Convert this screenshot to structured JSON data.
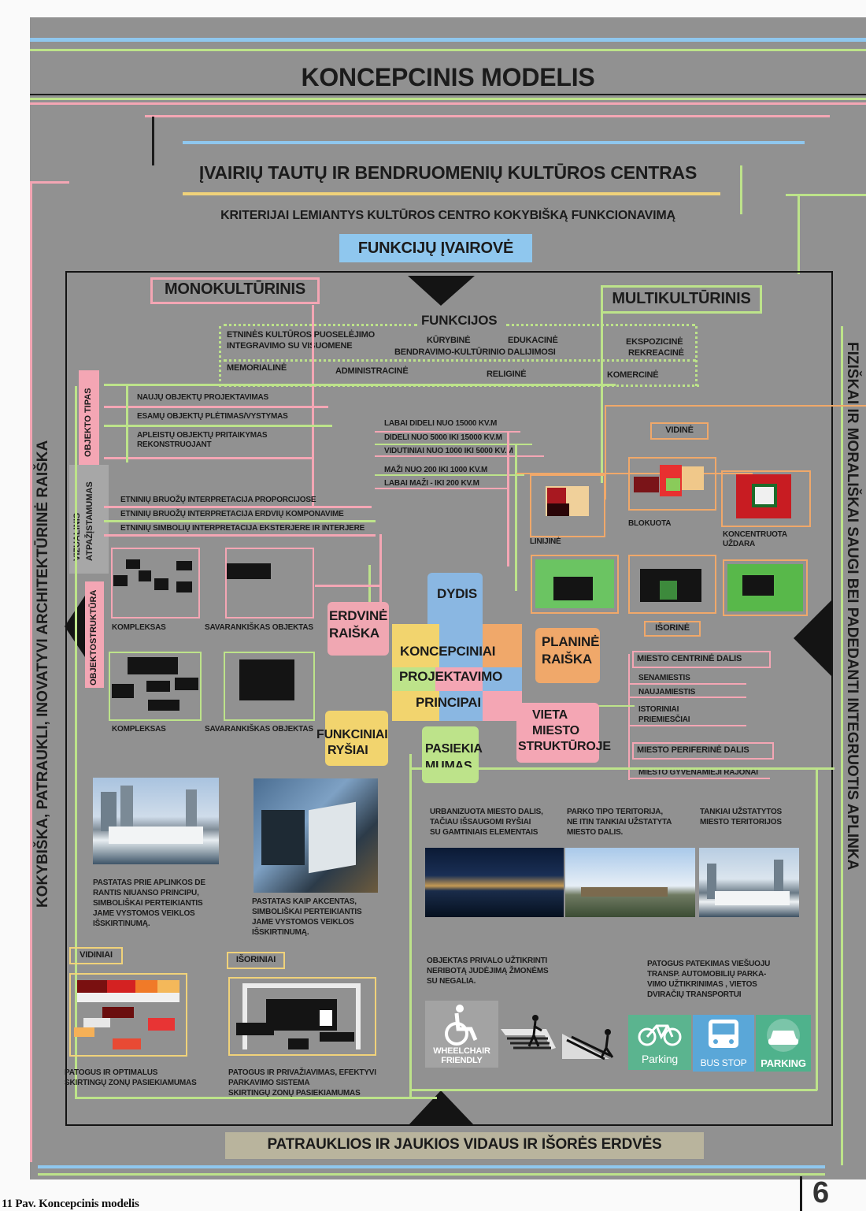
{
  "title": "KONCEPCINIS MODELIS",
  "subtitle": "ĮVAIRIŲ TAUTŲ IR BENDRUOMENIŲ KULTŪROS CENTRAS",
  "criteria": "KRITERIJAI LEMIANTYS KULTŪROS CENTRO KOKYBIŠKĄ FUNKCIONAVIMĄ",
  "func_diversity": "FUNKCIJŲ ĮVAIROVĖ",
  "left_side": "KOKYBIŠKA, PATRAUKLI, INOVATYVI ARCHITEKTŪRINĖ RAIŠKA",
  "right_side": "FIZIŠKAI IR MORALIŠKAI SAUGI BEI PADEDANTI INTEGRUOTIS APLINKA",
  "bottom_title": "PATRAUKLIOS IR JAUKIOS VIDAUS IR IŠORĖS ERDVĖS",
  "mono": "MONOKULTŪRINIS",
  "multi": "MULTIKULTŪRINIS",
  "functions": {
    "heading": "FUNKCIJOS",
    "f1a": "ETNINĖS KULTŪROS PUOSELĖJIMO",
    "f1b": "INTEGRAVIMO SU VISUOMENE",
    "f2": "KŪRYBINĖ",
    "f3": "EDUKACINĖ",
    "f4": "BENDRAVIMO-KULTŪRINIO DALIJIMOSI",
    "f5a": "EKSPOZICINĖ",
    "f5b": "REKREACINĖ",
    "f6": "MEMORIALINĖ",
    "f7": "ADMINISTRACINĖ",
    "f8": "RELIGINĖ",
    "f9": "KOMERCINĖ"
  },
  "objekto_tipas": {
    "label": "OBJEKTO TIPAS",
    "items": [
      "NAUJŲ OBJEKTŲ PROJEKTAVIMAS",
      "ESAMŲ OBJEKTŲ PLĖTIMAS/VYSTYMAS",
      "APLEISTŲ OBJEKTŲ PRITAIKYMAS",
      "REKONSTRUOJANT"
    ]
  },
  "sizes": [
    "LABAI DIDELI NUO 15000 KV.M",
    "DIDELI NUO 5000 IKI 15000 KV.M",
    "VIDUTINIAI NUO 1000 IKI 5000 KV.M",
    "MAŽI NUO 200 IKI 1000 KV.M",
    "LABAI MAŽI - IKI 200 KV.M"
  ],
  "vizualinis": {
    "label1": "VIZUALINIS",
    "label2": "ATPAŽĮSTAMUMAS",
    "items": [
      "ETNINIŲ BRUOŽŲ INTERPRETACIJA PROPORCIJOSE",
      "ETNINIŲ BRUOŽŲ INTERPRETACIJA ERDVIŲ KOMPONAVIME",
      "ETNINIŲ SIMBOLIŲ INTERPRETACIJA EKSTERJERE IR INTERJERE"
    ]
  },
  "objektostruktura": {
    "label": "OBJEKTOSTRUKTŪRA",
    "kompleksas": "KOMPLEKSAS",
    "savarankiskas": "SAVARANKIŠKAS OBJEKTAS"
  },
  "planine": {
    "vidine": "VIDINĖ",
    "linijine": "LINIJINĖ",
    "blokuota": "BLOKUOTA",
    "koncentruota1": "KONCENTRUOTA",
    "koncentruota2": "UŽDARA",
    "isorine": "IŠORINĖ"
  },
  "vieta": {
    "centras": "MIESTO CENTRINĖ DALIS",
    "items1": [
      "SENAMIESTIS",
      "NAUJAMIESTIS",
      "ISTORINIAI",
      "PRIEMIESČIAI"
    ],
    "periferija": "MIESTO PERIFERINĖ DALIS",
    "gyv": "MIESTO GYVENAMIEJI RAJONAI"
  },
  "puzzle": {
    "dydis": "DYDIS",
    "erdvine1": "ERDVINĖ",
    "erdvine2": "RAIŠKA",
    "planine1": "PLANINĖ",
    "planine2": "RAIŠKA",
    "center1": "KONCEPCINIAI",
    "center2": "PROJEKTAVIMO",
    "center3": "PRINCIPAI",
    "vieta1": "VIETA",
    "vieta2": "MIESTO",
    "vieta3": "STRUKTŪROJE",
    "funk1": "FUNKCINIAI",
    "funk2": "RYŠIAI",
    "pas1": "PASIEKIA",
    "pas2": "MUMAS"
  },
  "captions": {
    "p1": [
      "PASTATAS PRIE APLINKOS DE",
      "RANTIS NIUANSO PRINCIPU,",
      "SIMBOLIŠKAI PERTEIKIANTIS",
      "JAME VYSTOMOS VEIKLOS",
      "IŠSKIRTINUMĄ."
    ],
    "p2": [
      "PASTATAS KAIP AKCENTAS,",
      "SIMBOLIŠKAI PERTEIKIANTIS",
      "JAME VYSTOMOS VEIKLOS",
      "IŠSKIRTINUMĄ."
    ],
    "c1": [
      "URBANIZUOTA MIESTO DALIS,",
      "TAČIAU IŠSAUGOMI RYŠIAI",
      "SU GAMTINIAIS ELEMENTAIS"
    ],
    "c2": [
      "PARKO TIPO TERITORIJA,",
      "NE ITIN  TANKIAI UŽSTATYTA",
      "MIESTO DALIS."
    ],
    "c3": [
      "TANKIAI UŽSTATYTOS",
      "MIESTO TERITORIJOS"
    ],
    "vidiniai": "VIDINIAI",
    "isoriniai": "IŠORINIAI",
    "v1": [
      "PATOGUS IR OPTIMALUS",
      "SKIRTINGŲ ZONŲ PASIEKIAMUMAS"
    ],
    "v2": [
      "PATOGUS IR PRIVAŽIAVIMAS, EFEKTYVI",
      "PARKAVIMO SISTEMA",
      "SKIRTINGŲ ZONŲ PASIEKIAMUMAS"
    ],
    "acc": [
      "OBJEKTAS PRIVALO UŽTIKRINTI",
      "NERIBOTĄ JUDĖJIMĄ ŽMONĖMS",
      "SU NEGALIA."
    ],
    "trans": [
      "PATOGUS PATEKIMAS VIEŠUOJU",
      "TRANSP. AUTOMOBILIŲ PARKA-",
      "VIMO UŽTIKRINIMAS , VIETOS",
      "DVIRAČIŲ TRANSPORTUI"
    ]
  },
  "icons": {
    "wheel1": "WHEELCHAIR",
    "wheel2": "FRIENDLY",
    "bike": "Parking",
    "bus": "BUS STOP",
    "parking": "PARKING"
  },
  "page_number": "6",
  "footer": "11 Pav. Koncepcinis modelis"
}
